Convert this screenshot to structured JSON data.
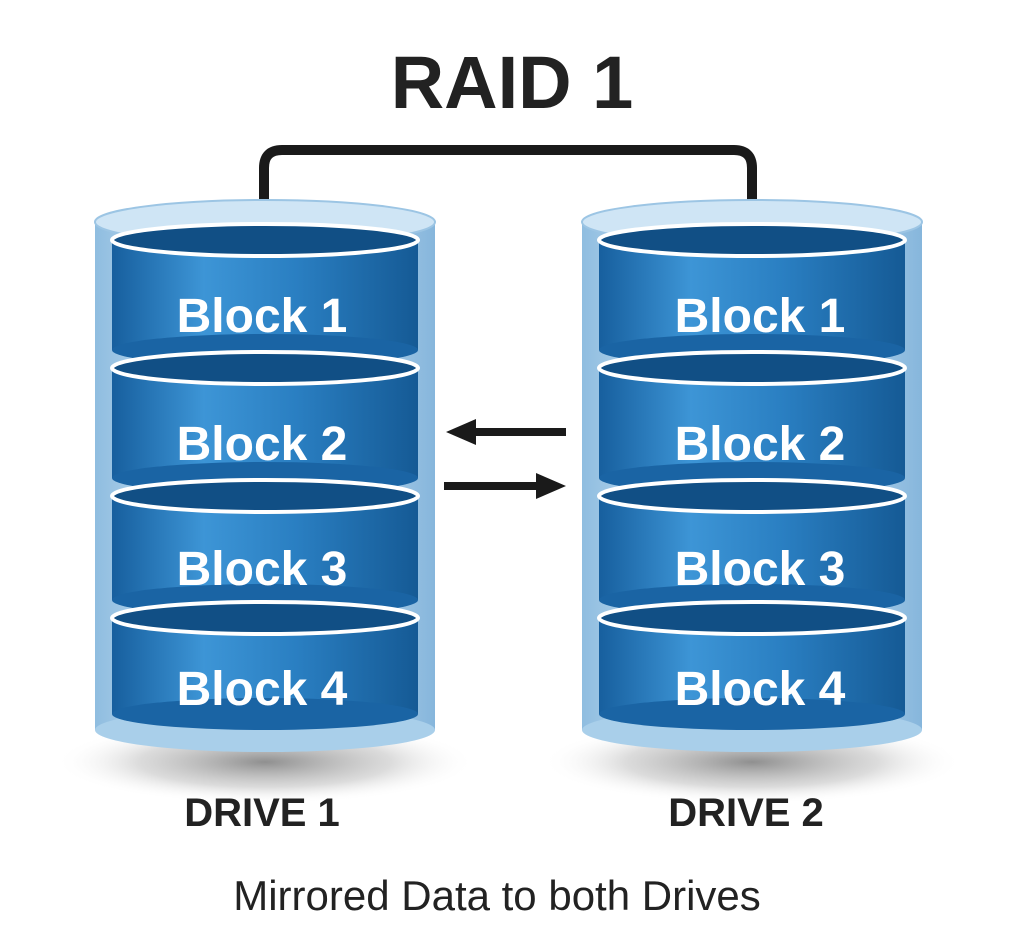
{
  "title": "RAID 1",
  "caption": "Mirrored Data to both Drives",
  "colors": {
    "outer_cylinder": "#bcd9ef",
    "outer_cylinder_edge": "#8fbde0",
    "block_face": "#1f6fb3",
    "block_face_light": "#3d95d6",
    "block_top": "#114f85",
    "block_rim": "#ffffff",
    "connector": "#1a1a1a",
    "text_dark": "#222222"
  },
  "drives": [
    {
      "label": "DRIVE 1",
      "blocks": [
        "Block 1",
        "Block 2",
        "Block 3",
        "Block 4"
      ]
    },
    {
      "label": "DRIVE 2",
      "blocks": [
        "Block 1",
        "Block 2",
        "Block 3",
        "Block 4"
      ]
    }
  ],
  "arrows": [
    {
      "direction": "left",
      "icon": "arrow-left-icon"
    },
    {
      "direction": "right",
      "icon": "arrow-right-icon"
    }
  ]
}
